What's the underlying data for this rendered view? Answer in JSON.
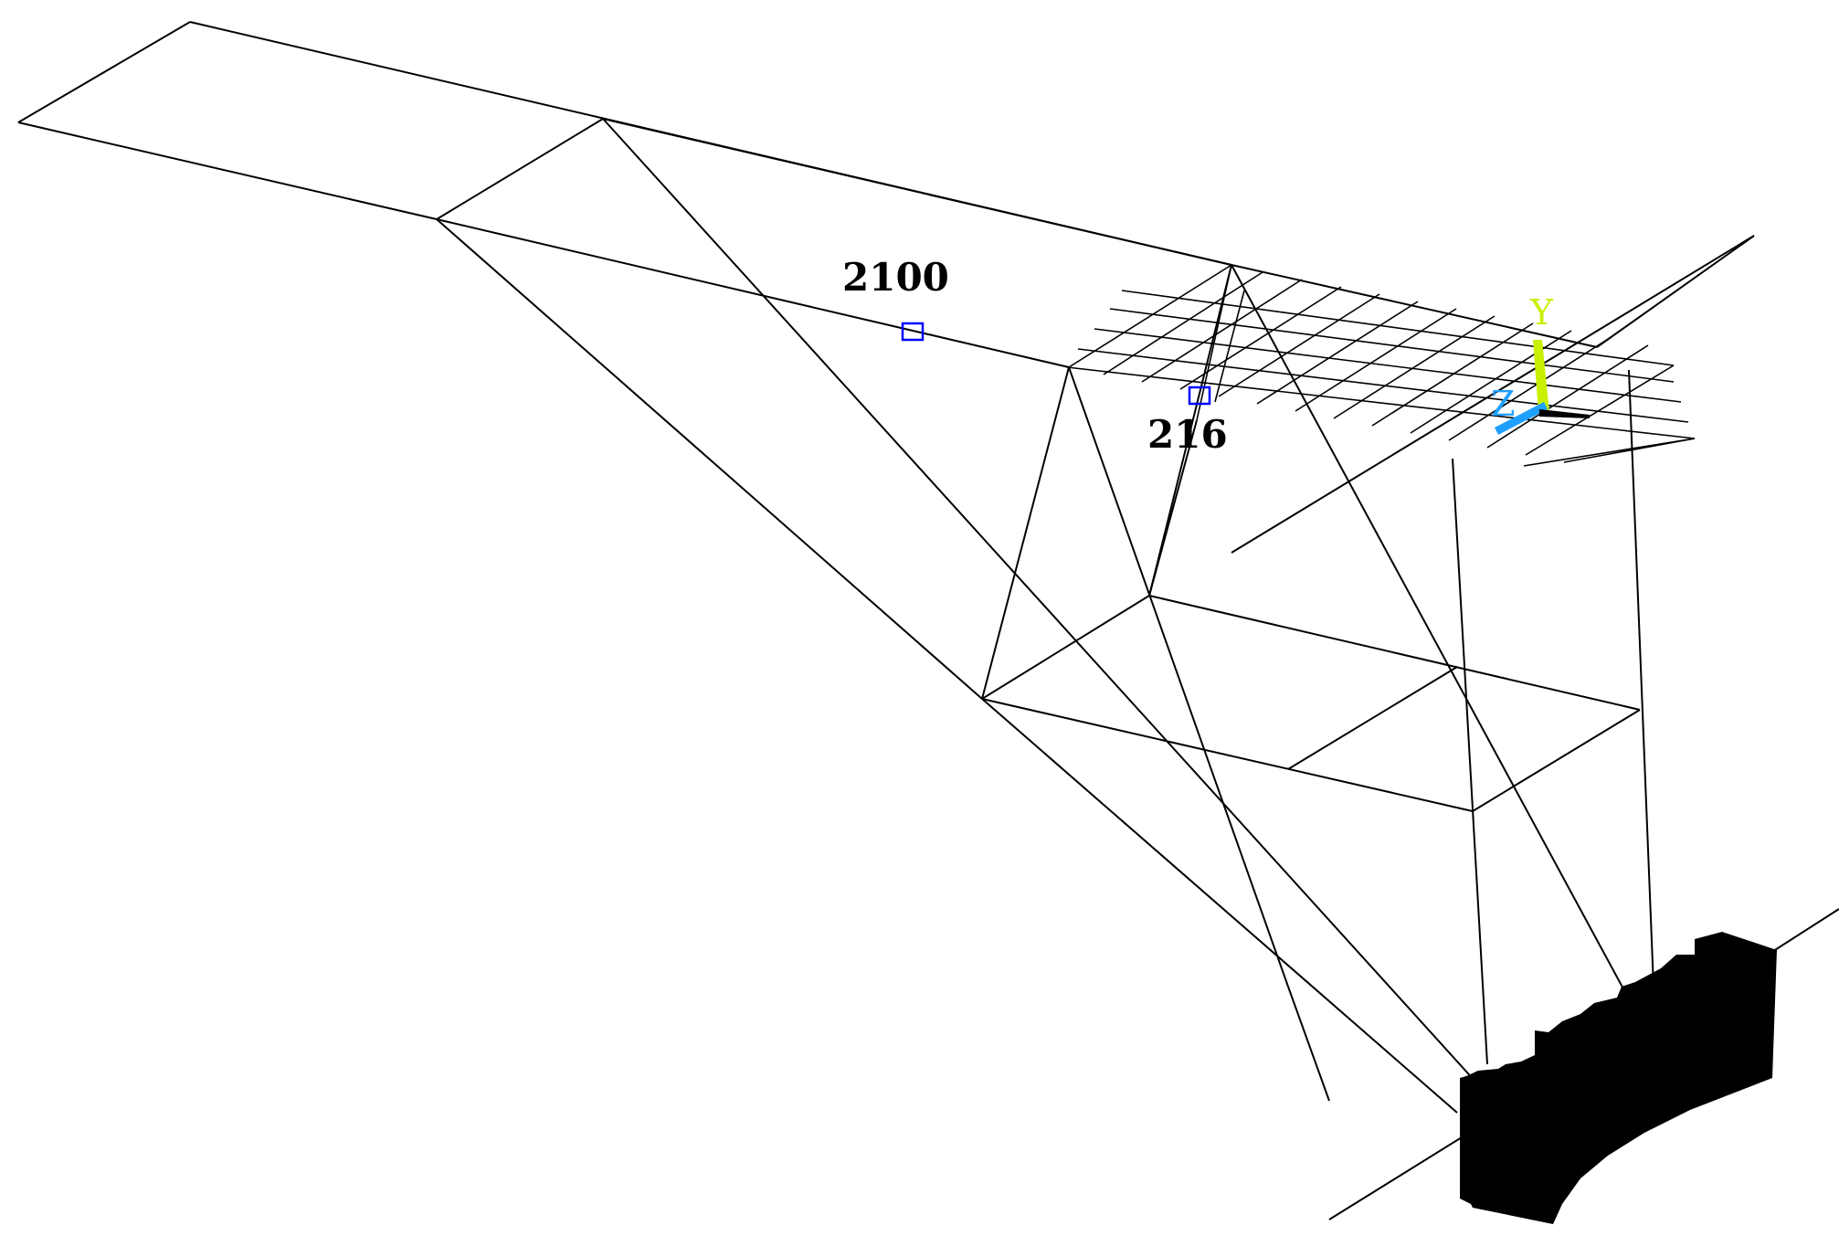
{
  "nodes": [
    {
      "label": "2100",
      "marker_color": "#0000ff"
    },
    {
      "label": "216",
      "marker_color": "#0000ff"
    }
  ],
  "triad": {
    "y_label": "Y",
    "z_label": "Z",
    "y_color": "#c8f000",
    "z_color": "#1ea0ff",
    "x_color": "#000000"
  },
  "colors": {
    "background": "#ffffff",
    "lines": "#000000",
    "support_fill": "#000000"
  }
}
